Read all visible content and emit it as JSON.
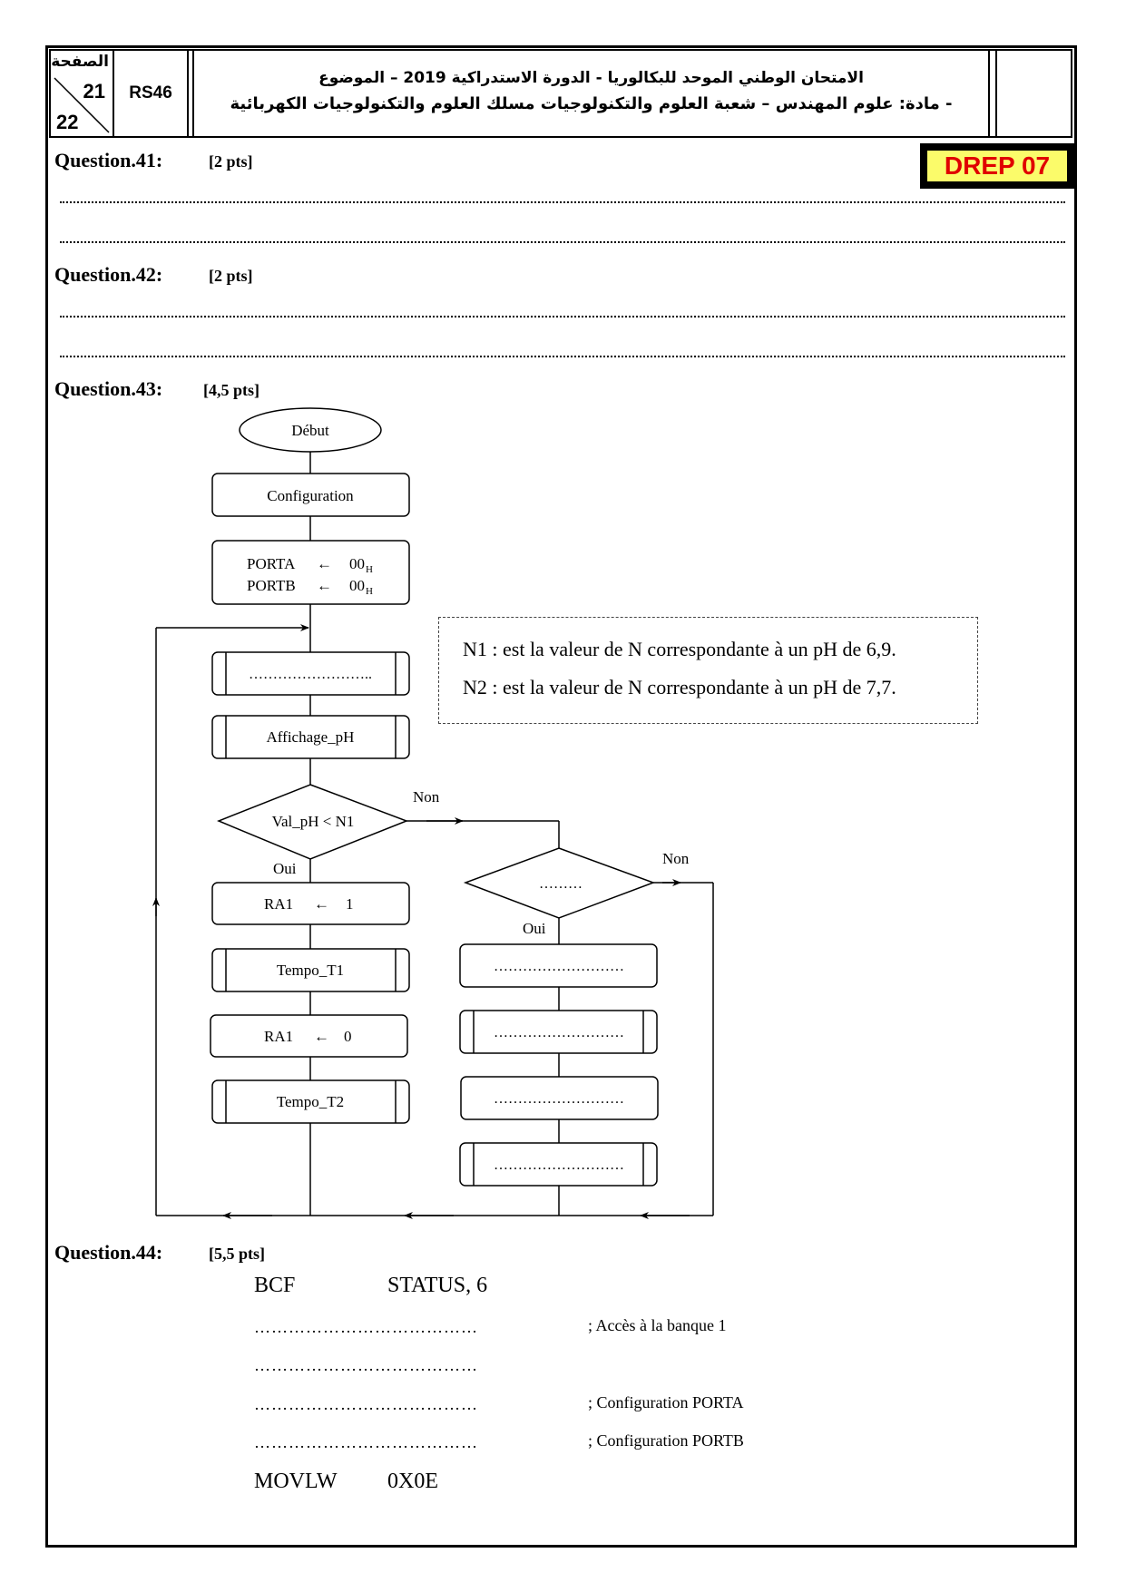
{
  "header": {
    "page_label_ar": "الصفحة",
    "page_current": "21",
    "page_total": "22",
    "code": "RS46",
    "title_line1": "الامتحان الوطني الموحد للبكالوريا - الدورة الاستدراكية 2019 – الموضوع",
    "title_line2": "- مادة: علوم المهندس  –  شعبة العلوم والتكنولوجيات مسلك العلوم والتكنولوجيات الكهربائية"
  },
  "drep": "DREP 07",
  "questions": {
    "q41": {
      "label": "Question.41:",
      "points": "[2 pts]"
    },
    "q42": {
      "label": "Question.42:",
      "points": "[2 pts]"
    },
    "q43": {
      "label": "Question.43:",
      "points": "[4,5 pts]"
    },
    "q44": {
      "label": "Question.44:",
      "points": "[5,5 pts]"
    }
  },
  "flowchart": {
    "start": "Début",
    "config": "Configuration",
    "init_porta": "PORTA",
    "init_portb": "PORTB",
    "init_value": "00",
    "init_sub": "H",
    "arrow_sym": "←",
    "blank_sub": "……………………..",
    "affichage": "Affichage_pH",
    "cond1": "Val_pH < N1",
    "non": "Non",
    "oui": "Oui",
    "ra1": "RA1",
    "one": "1",
    "zero": "0",
    "tempo1": "Tempo_T1",
    "tempo2": "Tempo_T2",
    "cond2": "………",
    "blank_box": "………………………"
  },
  "note": {
    "line1": "N1 : est la valeur de N correspondante à un pH de 6,9.",
    "line2": "N2 : est la valeur de N correspondante à un pH de 7,7."
  },
  "code": {
    "line1_op": "BCF",
    "line1_arg": "STATUS, 6",
    "blank": "…………………………………",
    "cmt_bank": "; Accès à la banque 1",
    "cmt_porta": "; Configuration PORTA",
    "cmt_portb": "; Configuration PORTB",
    "last_op": "MOVLW",
    "last_arg": "0X0E"
  }
}
